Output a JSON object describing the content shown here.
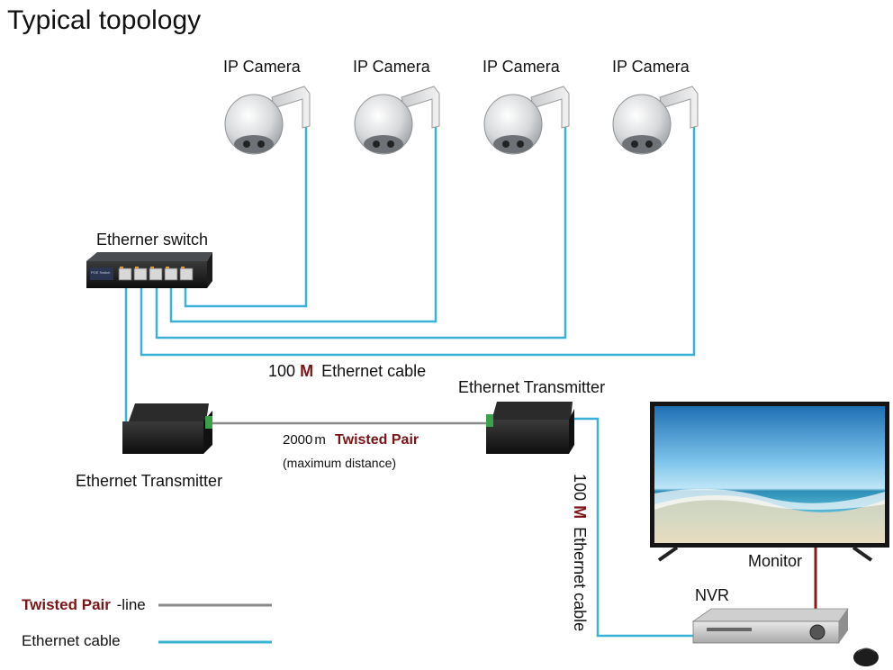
{
  "title": "Typical topology",
  "cameras": [
    {
      "label": "IP Camera"
    },
    {
      "label": "IP Camera"
    },
    {
      "label": "IP Camera"
    },
    {
      "label": "IP Camera"
    }
  ],
  "switch": {
    "label": "Etherner switch",
    "panel_text": "POE Switch"
  },
  "cable_top": {
    "number": "100",
    "unit": "M",
    "text": "Ethernet cable"
  },
  "transmitter_left": {
    "label": "Ethernet Transmitter"
  },
  "transmitter_right": {
    "label": "Ethernet Transmitter"
  },
  "twisted_pair": {
    "distance": "2000",
    "unit": "m",
    "name": "Twisted Pair",
    "note": "(maximum distance)"
  },
  "cable_vertical": {
    "number": "100",
    "unit": "M",
    "text": "Ethernet cable"
  },
  "monitor": {
    "label": "Monitor"
  },
  "nvr": {
    "label": "NVR"
  },
  "legend": {
    "twisted_name": "Twisted Pair",
    "twisted_suffix": "-line",
    "ethernet": "Ethernet cable"
  },
  "colors": {
    "ethernet": "#3bb1d8",
    "twisted": "#8a8a8a",
    "power": "#8a1a1a",
    "accent_text": "#7b1416"
  }
}
